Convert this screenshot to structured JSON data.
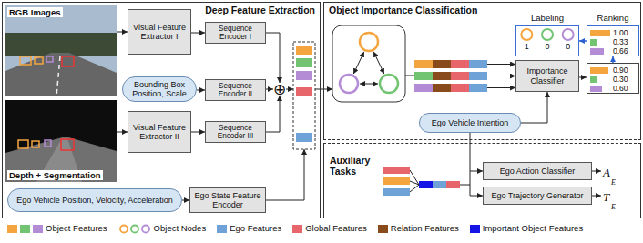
{
  "diagram": {
    "nodes": [
      {
        "text": [
          "Deep Feature Extraction"
        ]
      },
      {
        "text": [
          "RGB Images"
        ],
        "in": 0
      },
      {
        "text": [
          "Visual Feature Extractor I"
        ],
        "in": 0
      },
      {
        "text": [
          "Sequence Encoder I"
        ],
        "in": 0
      },
      {
        "text": [
          "Bounding Box Position, Scale"
        ],
        "in": 0
      },
      {
        "text": [
          "Sequence Encoder II"
        ],
        "in": 0
      },
      {
        "text": [
          "Depth + Segmentation"
        ],
        "in": 0
      },
      {
        "text": [
          "Visual Feature Extractor II"
        ],
        "in": 0
      },
      {
        "text": [
          "Sequence Encoder III"
        ],
        "in": 0
      },
      {
        "text": [
          "Ego Vehicle Position, Velocity, Acceleration"
        ],
        "in": 0
      },
      {
        "text": [
          "Ego State Feature Encoder"
        ],
        "in": 0
      },
      {
        "text": [
          "⊕"
        ],
        "in": 0
      },
      {
        "text": [
          "Object Importance Classification"
        ]
      },
      {
        "text": [
          "Labeling",
          "1",
          "0",
          "0"
        ],
        "in": 12
      },
      {
        "text": [
          "Ranking",
          "1.00",
          "0.33",
          "0.66"
        ],
        "in": 12
      },
      {
        "text": [
          "Importance Classifier"
        ],
        "in": 12
      },
      {
        "text": [
          "0.90",
          "0.30",
          "0.60"
        ],
        "in": 12
      },
      {
        "text": [
          "Ego Vehicle Intention"
        ],
        "in": 12
      },
      {
        "text": [
          "Auxiliary Tasks"
        ]
      },
      {
        "text": [
          "Ego Action Classifier"
        ],
        "in": 18
      },
      {
        "text": [
          "Ego Trajectory Generator"
        ],
        "in": 18
      }
    ],
    "edges": [
      {
        "from": 1,
        "to": 2,
        "arrow": "to"
      },
      {
        "from": 2,
        "to": 3,
        "arrow": "to"
      },
      {
        "from": 4,
        "to": 5,
        "arrow": "to"
      },
      {
        "from": 6,
        "to": 7,
        "arrow": "to"
      },
      {
        "from": 7,
        "to": 8,
        "arrow": "to"
      },
      {
        "from": 9,
        "to": 10,
        "arrow": "to"
      },
      {
        "from": 3,
        "to": 11,
        "arrow": "to"
      },
      {
        "from": 5,
        "to": 11,
        "arrow": "to"
      },
      {
        "from": 8,
        "to": 11,
        "arrow": "to"
      },
      {
        "from": 15,
        "to": 16,
        "arrow": "to"
      },
      {
        "from": 16,
        "to": 14,
        "arrow": "to"
      },
      {
        "from": 14,
        "to": 13,
        "arrow": "to"
      },
      {
        "from": 17,
        "to": 15,
        "arrow": "to"
      }
    ],
    "labels": [
      "A",
      "E",
      "T",
      "E"
    ],
    "legend": [
      {
        "text": "Object Features",
        "color": "#f5a540"
      },
      {
        "text": "Object Nodes"
      },
      {
        "text": "Ego Features",
        "color": "#6fa3d8"
      },
      {
        "text": "Global Features",
        "color": "#e7666b"
      },
      {
        "text": "Relation Features",
        "color": "#8a4b1c"
      },
      {
        "text": "Important Object Features",
        "color": "#1515e6"
      }
    ]
  }
}
